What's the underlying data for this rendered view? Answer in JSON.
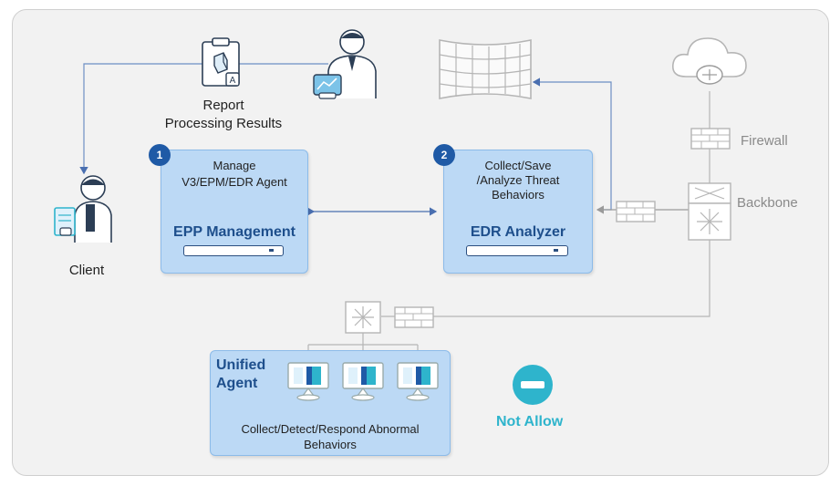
{
  "report": {
    "line1": "Report",
    "line2": "Processing Results"
  },
  "client": {
    "label": "Client"
  },
  "epp": {
    "number": "1",
    "desc_line1": "Manage",
    "desc_line2": "V3/EPM/EDR Agent",
    "title": "EPP Management"
  },
  "edr": {
    "number": "2",
    "desc_line1": "Collect/Save",
    "desc_line2": "/Analyze Threat",
    "desc_line3": "Behaviors",
    "title": "EDR Analyzer"
  },
  "network": {
    "firewall_label": "Firewall",
    "backbone_label": "Backbone"
  },
  "unified_agent": {
    "title_line1": "Unified",
    "title_line2": "Agent",
    "desc_line1": "Collect/Detect/Respond Abnormal",
    "desc_line2": "Behaviors"
  },
  "not_allow": {
    "label": "Not Allow"
  },
  "icons": [
    "clipboard-report-icon",
    "analyst-person-icon",
    "client-person-icon",
    "dashboard-wall-icon",
    "cloud-router-icon",
    "firewall-icon",
    "backbone-switch-icon",
    "network-switch-icon",
    "monitor-icon",
    "not-allow-icon"
  ],
  "colors": {
    "box_fill": "#bcd9f5",
    "title_blue": "#1e4f8c",
    "badge_blue": "#1f5aa6",
    "not_allow": "#2eb4cc",
    "line_blue": "#6d8fc4",
    "line_gray": "#b5b5b5"
  }
}
